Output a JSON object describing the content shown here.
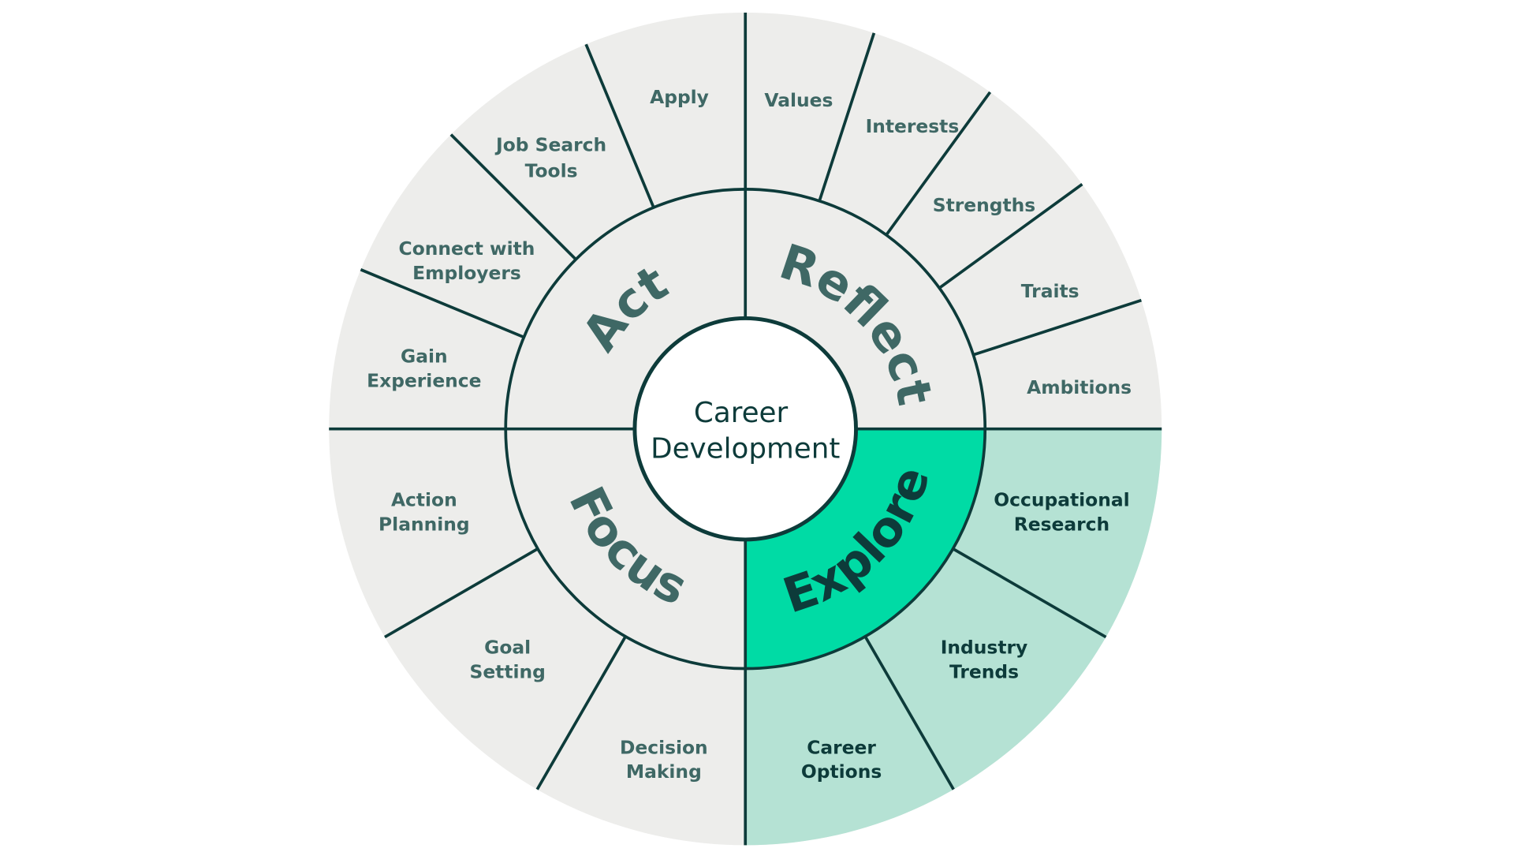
{
  "center": {
    "lines": [
      "Career",
      "Development"
    ]
  },
  "phases": {
    "act": "Act",
    "reflect": "Reflect",
    "focus": "Focus",
    "explore": "Explore"
  },
  "outer": {
    "reflect": [
      {
        "lines": [
          "Values"
        ]
      },
      {
        "lines": [
          "Interests"
        ]
      },
      {
        "lines": [
          "Strengths"
        ]
      },
      {
        "lines": [
          "Traits"
        ]
      },
      {
        "lines": [
          "Ambitions"
        ]
      }
    ],
    "explore": [
      {
        "lines": [
          "Occupational",
          "Research"
        ]
      },
      {
        "lines": [
          "Industry",
          "Trends"
        ]
      },
      {
        "lines": [
          "Career",
          "Options"
        ]
      }
    ],
    "focus": [
      {
        "lines": [
          "Decision",
          "Making"
        ]
      },
      {
        "lines": [
          "Goal",
          "Setting"
        ]
      },
      {
        "lines": [
          "Action",
          "Planning"
        ]
      }
    ],
    "act": [
      {
        "lines": [
          "Gain",
          "Experience"
        ]
      },
      {
        "lines": [
          "Connect with",
          "Employers"
        ]
      },
      {
        "lines": [
          "Job Search",
          "Tools"
        ]
      },
      {
        "lines": [
          "Apply"
        ]
      }
    ]
  },
  "colors": {
    "base": "#ededeb",
    "line": "#0d3b3a",
    "highlight": "#00dba5",
    "highlight_light": "#b5e2d4",
    "label": "#3f6865"
  },
  "highlighted_phase": "Explore"
}
